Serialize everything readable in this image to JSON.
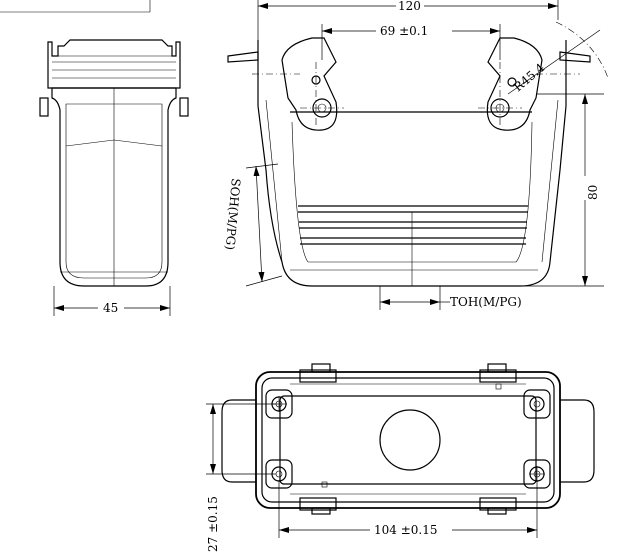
{
  "dimensions": {
    "width_120": "120",
    "hole_spacing": "69 ±0.1",
    "radius": "R45.4",
    "height_80": "80",
    "side_width": "45",
    "cable_entry_side": "SOH(M/PG)",
    "cable_entry_front": "TOH(M/PG)",
    "base_length": "104 ±0.15",
    "base_width": "27 ±0.15"
  }
}
